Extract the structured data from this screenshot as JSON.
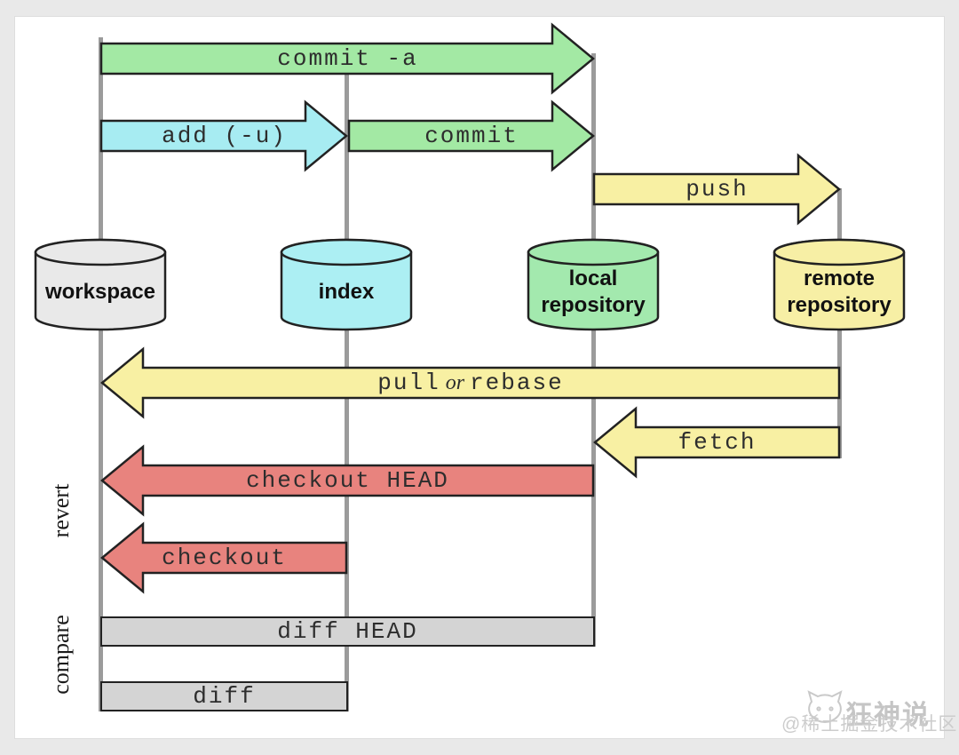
{
  "colors": {
    "green": "#a3e9a4",
    "cyan": "#a7ecf2",
    "yellow": "#f8f0a3",
    "red": "#e8837e",
    "bar_gray": "#d4d4d4",
    "workspace_gray": "#e9e9e9",
    "index_cyan": "#aceff3",
    "local_green": "#a3e9ae",
    "remote_yellow": "#f7efa5",
    "line_gray": "#9b9b9b",
    "outline": "#222222"
  },
  "nodes": [
    {
      "id": "workspace",
      "lines": [
        "workspace"
      ]
    },
    {
      "id": "index",
      "lines": [
        "index"
      ]
    },
    {
      "id": "local-repository",
      "lines": [
        "local",
        "repository"
      ]
    },
    {
      "id": "remote-repository",
      "lines": [
        "remote",
        "repository"
      ]
    }
  ],
  "arrows": [
    {
      "id": "commit-a",
      "label": "commit -a"
    },
    {
      "id": "add-u",
      "label": "add (-u)"
    },
    {
      "id": "commit",
      "label": "commit"
    },
    {
      "id": "push",
      "label": "push"
    },
    {
      "id": "pull-or-rebase",
      "label_pre": "pull",
      "label_or": "or",
      "label_post": "rebase"
    },
    {
      "id": "fetch",
      "label": "fetch"
    },
    {
      "id": "checkout-head",
      "label": "checkout HEAD"
    },
    {
      "id": "checkout",
      "label": "checkout"
    }
  ],
  "bars": [
    {
      "id": "diff-head",
      "label": "diff HEAD"
    },
    {
      "id": "diff",
      "label": "diff"
    }
  ],
  "side_labels": [
    {
      "id": "revert",
      "label": "revert"
    },
    {
      "id": "compare",
      "label": "compare"
    }
  ],
  "watermark": {
    "brand": "狂神说",
    "community": "@稀土掘金技术社区"
  }
}
